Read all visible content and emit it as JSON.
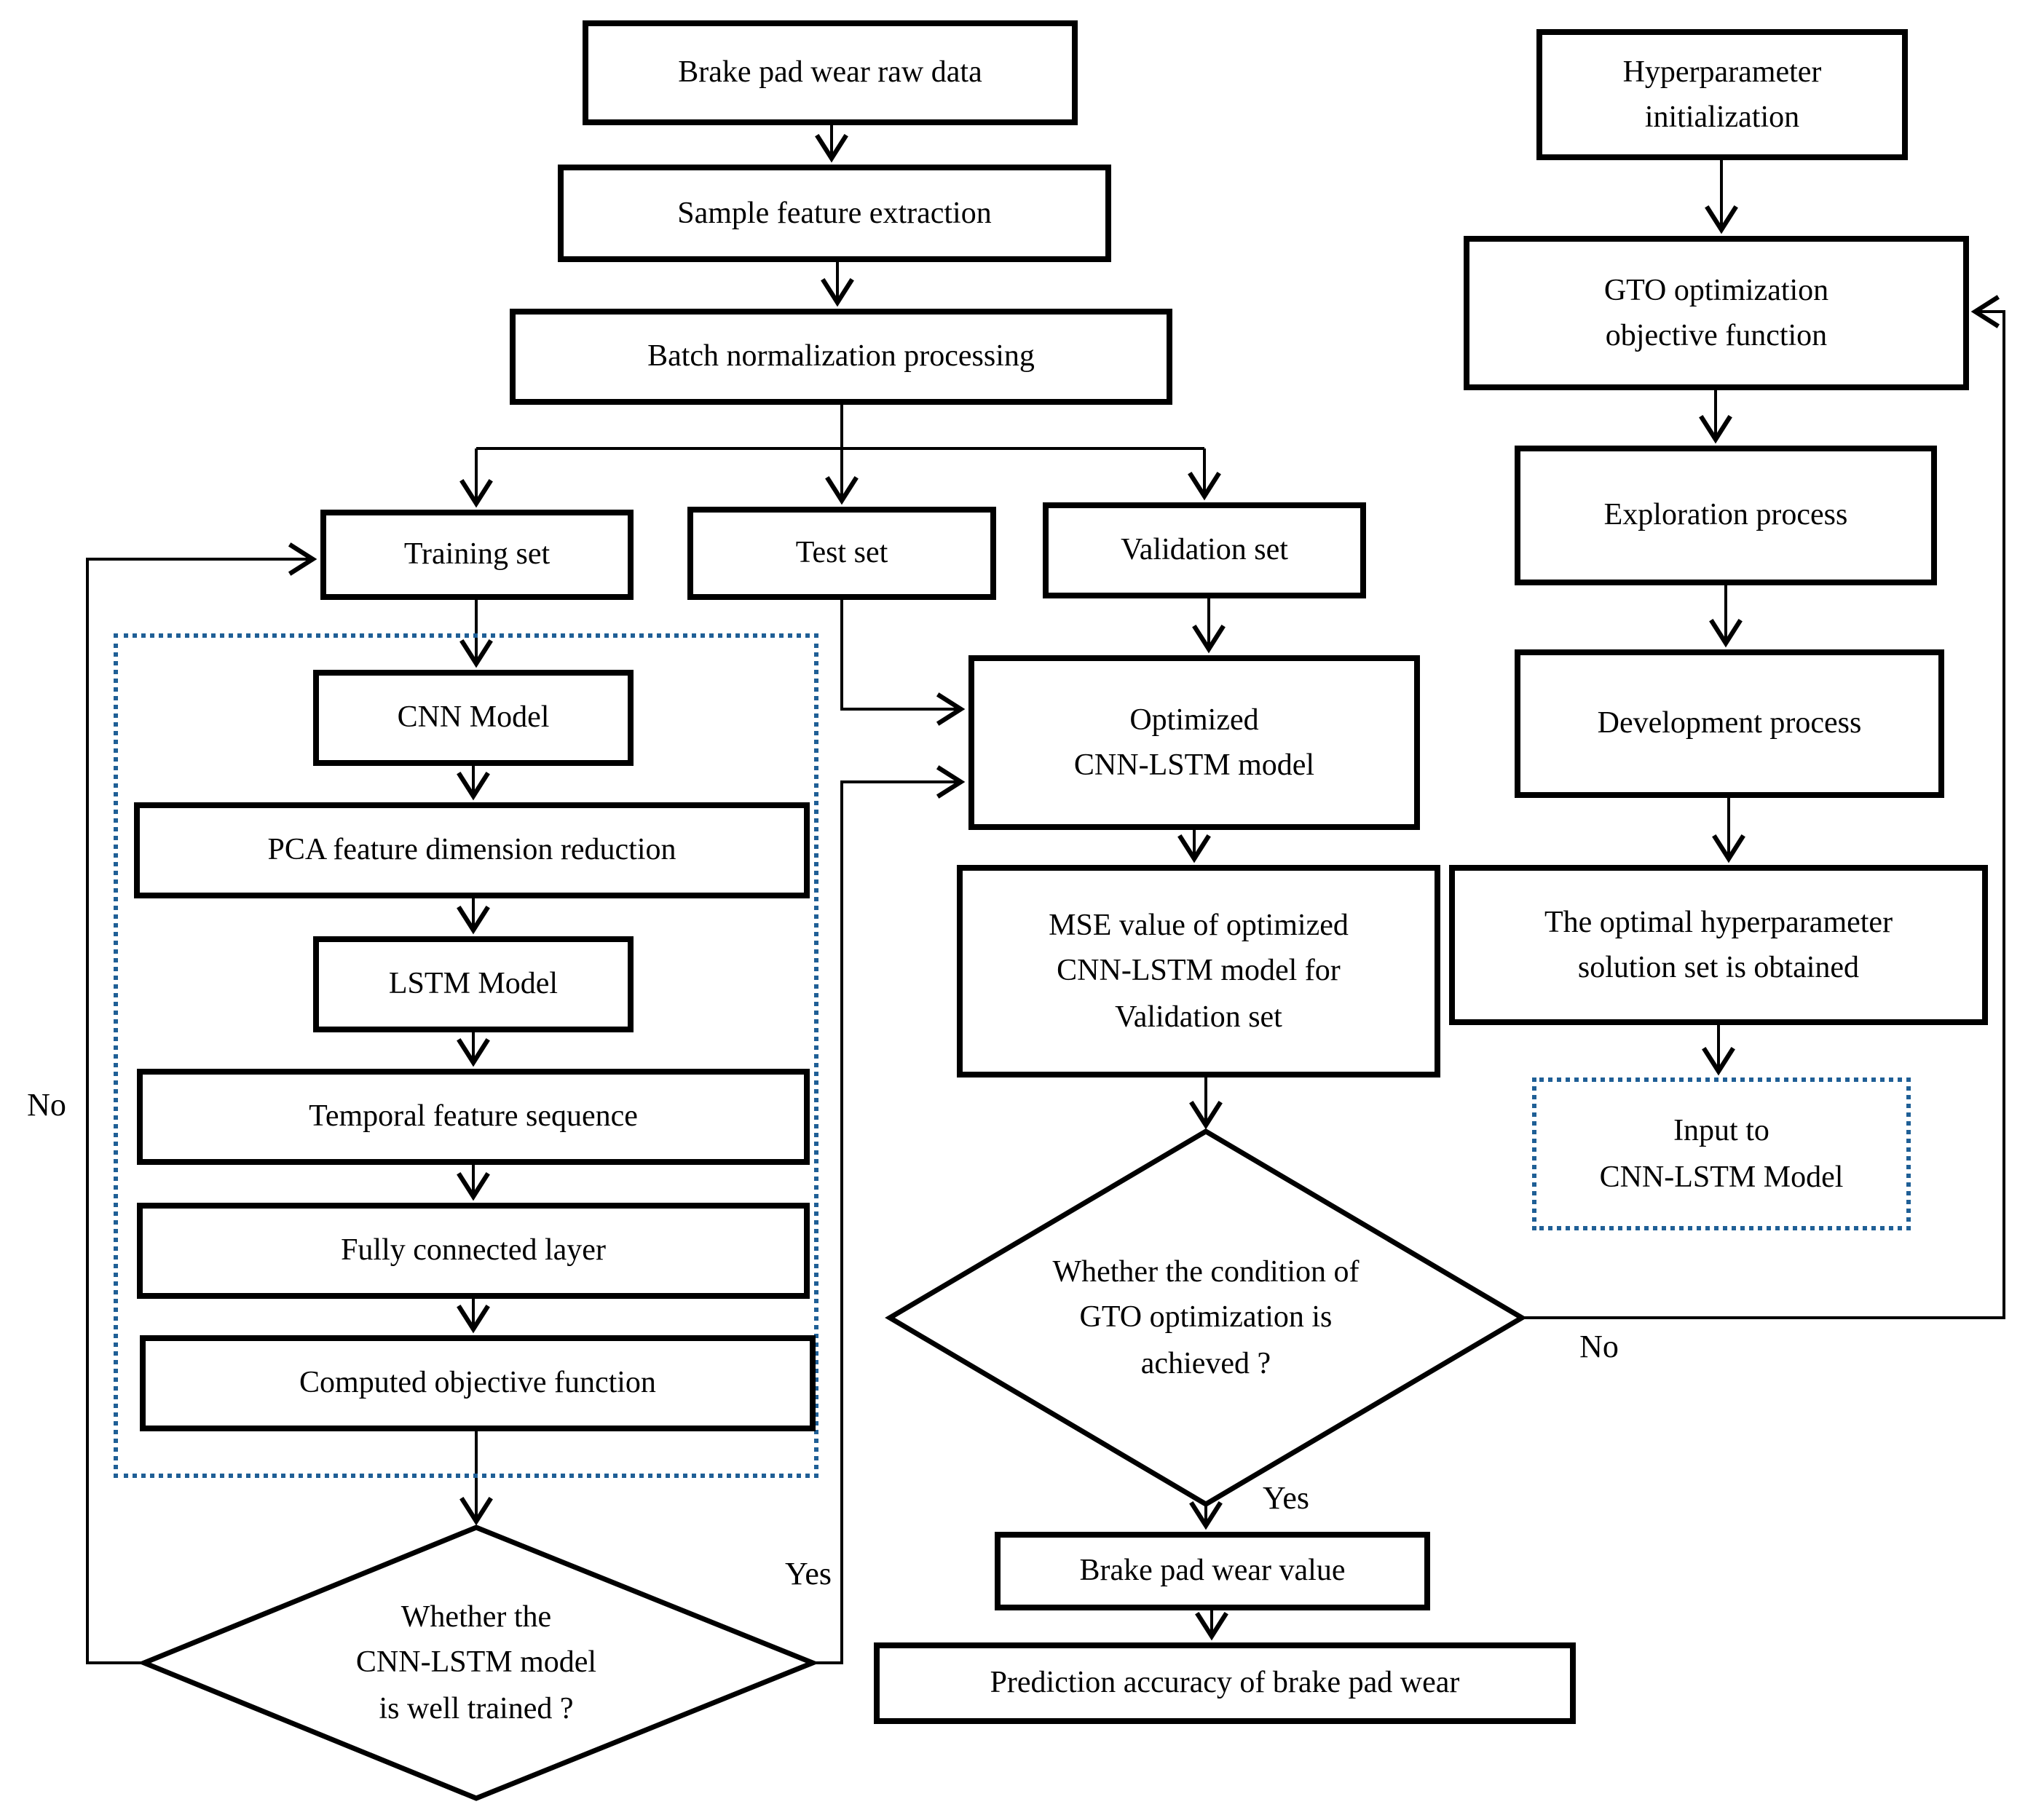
{
  "figure": {
    "type": "flowchart",
    "colors": {
      "box_border": "#000000",
      "dotted_border": "#1f5f96",
      "background": "#ffffff",
      "text": "#000000"
    }
  },
  "nodes": {
    "raw_data": {
      "label": "Brake pad wear raw data"
    },
    "sample_feature": {
      "label": "Sample feature extraction"
    },
    "batch_norm": {
      "label": "Batch normalization processing"
    },
    "training_set": {
      "label": "Training set"
    },
    "test_set": {
      "label": "Test set"
    },
    "validation_set": {
      "label": "Validation set"
    },
    "cnn_model": {
      "label": "CNN Model"
    },
    "pca": {
      "label": "PCA feature dimension reduction"
    },
    "lstm_model": {
      "label": "LSTM Model"
    },
    "temporal": {
      "label": "Temporal feature sequence"
    },
    "fully_connected": {
      "label": "Fully connected layer"
    },
    "computed_objective": {
      "label": "Computed objective function"
    },
    "well_trained_decision": {
      "label": "Whether the\nCNN-LSTM model\nis well trained ?"
    },
    "optimized_model": {
      "label": "Optimized\nCNN-LSTM model"
    },
    "mse_value": {
      "label": "MSE value of optimized\nCNN-LSTM model for\nValidation set"
    },
    "gto_condition_decision": {
      "label": "Whether the condition of\nGTO optimization is\nachieved ?"
    },
    "brake_wear_value": {
      "label": "Brake pad wear value"
    },
    "prediction_accuracy": {
      "label": "Prediction accuracy of brake pad wear"
    },
    "hyperparameter_init": {
      "label": "Hyperparameter\ninitialization"
    },
    "gto_objective": {
      "label": "GTO optimization\nobjective function"
    },
    "exploration": {
      "label": "Exploration process"
    },
    "development": {
      "label": "Development process"
    },
    "optimal_solution": {
      "label": "The optimal hyperparameter\nsolution set is obtained"
    },
    "input_to_cnn_lstm": {
      "label": "Input to\nCNN-LSTM Model"
    }
  },
  "edge_labels": {
    "well_trained_yes": "Yes",
    "well_trained_no": "No",
    "gto_yes": "Yes",
    "gto_no": "No"
  }
}
